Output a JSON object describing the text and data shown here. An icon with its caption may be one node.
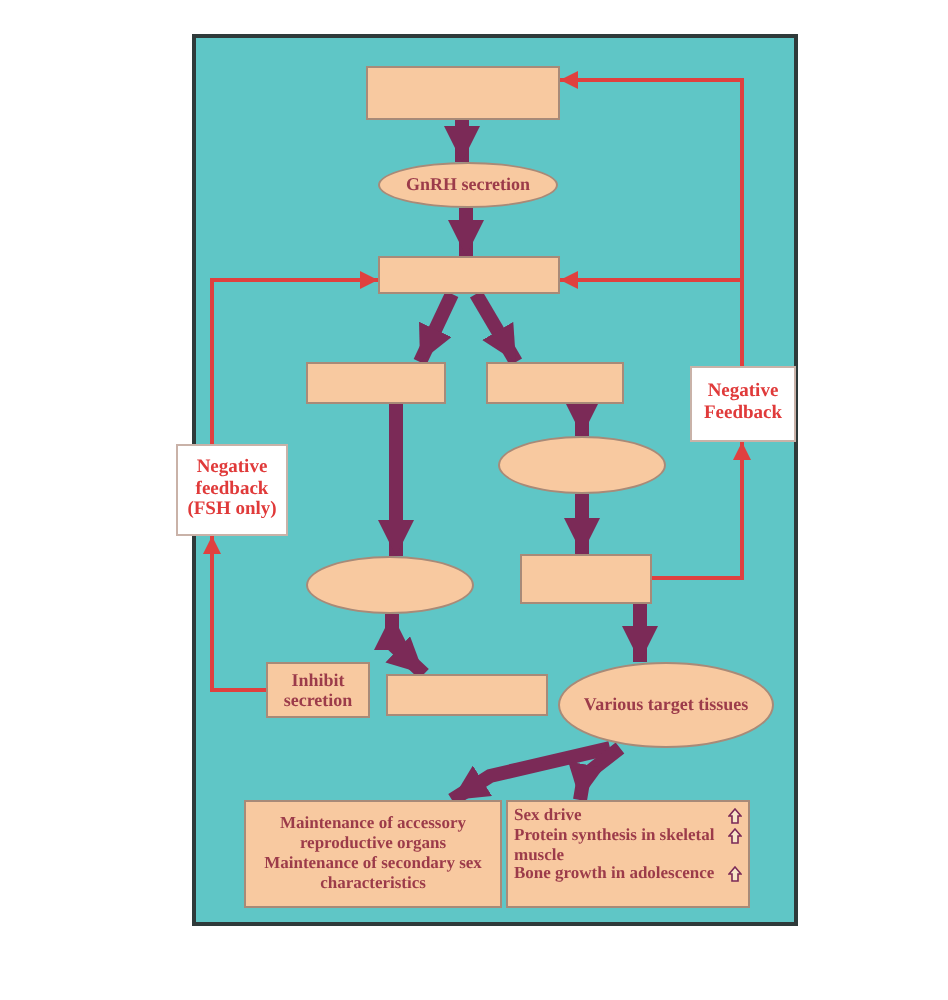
{
  "diagram": {
    "nodes": [
      {
        "text": [],
        "shape": "box"
      },
      {
        "text": [
          "GnRH secretion"
        ]
      },
      {
        "text": [],
        "shape": "box"
      },
      {
        "text": [],
        "shape": "box"
      },
      {
        "text": [],
        "shape": "box"
      },
      {
        "text": [
          "Negative Feedback"
        ]
      },
      {
        "text": [],
        "shape": "ellipse"
      },
      {
        "text": [
          "Negative feedback (FSH only)"
        ]
      },
      {
        "text": [],
        "shape": "ellipse"
      },
      {
        "text": [],
        "shape": "box"
      },
      {
        "text": [
          "Inhibit secretion"
        ]
      },
      {
        "text": [],
        "shape": "box"
      },
      {
        "text": [
          "Various target tissues"
        ]
      },
      {
        "text": [
          "Maintenance of accessory reproductive organs",
          "Maintenance of secondary sex characteristics"
        ]
      },
      {
        "text": [
          "Sex drive",
          "Protein synthesis in skeletal muscle",
          "Bone growth in adolescence"
        ]
      }
    ],
    "edges": [
      {
        "from": 0,
        "to": 1,
        "arrow": "to"
      },
      {
        "from": 1,
        "to": 2,
        "arrow": "to"
      },
      {
        "from": 2,
        "to": 3,
        "arrow": "to"
      },
      {
        "from": 2,
        "to": 4,
        "arrow": "to"
      },
      {
        "from": 3,
        "to": 8,
        "arrow": "to"
      },
      {
        "from": 4,
        "to": 6,
        "arrow": "to"
      },
      {
        "from": 6,
        "to": 9,
        "arrow": "to"
      },
      {
        "from": 9,
        "to": 12,
        "arrow": "to"
      },
      {
        "from": 11,
        "to": 8,
        "arrow": "both"
      },
      {
        "from": 12,
        "to": 13,
        "arrow": "to"
      },
      {
        "from": 12,
        "to": 14,
        "arrow": "to"
      },
      {
        "from": 9,
        "to": 5,
        "arrow": "to",
        "color": "#e0403f"
      },
      {
        "from": 5,
        "to": 2,
        "arrow": "to",
        "color": "#e0403f"
      },
      {
        "from": 5,
        "to": 0,
        "arrow": "to",
        "color": "#e0403f"
      },
      {
        "from": 10,
        "to": 7,
        "arrow": "to",
        "color": "#e0403f"
      },
      {
        "from": 7,
        "to": 2,
        "arrow": "to",
        "color": "#e0403f"
      }
    ]
  }
}
